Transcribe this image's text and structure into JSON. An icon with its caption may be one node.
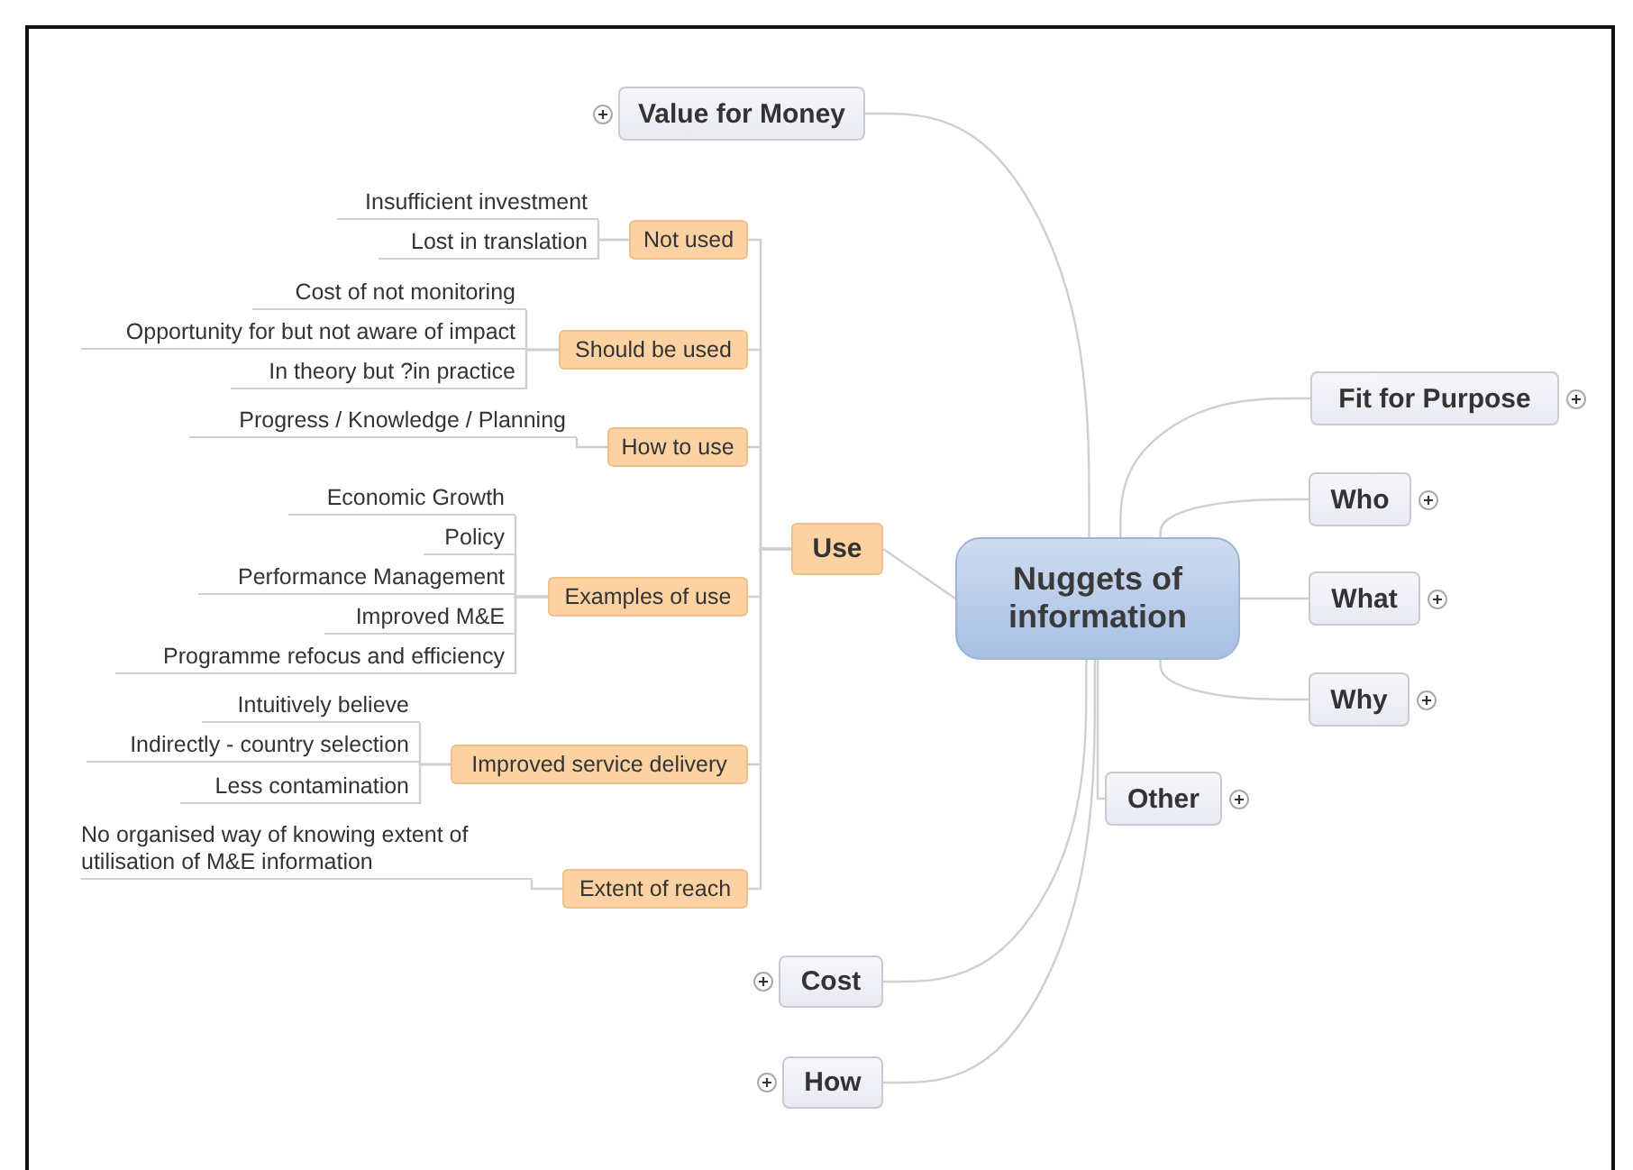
{
  "diagram": {
    "nodes": [
      {
        "text": [
          "Nuggets of information"
        ]
      },
      {
        "text": [
          "Value for Money"
        ]
      },
      {
        "text": [
          "Fit for Purpose"
        ]
      },
      {
        "text": [
          "Who"
        ]
      },
      {
        "text": [
          "What"
        ]
      },
      {
        "text": [
          "Why"
        ]
      },
      {
        "text": [
          "Other"
        ]
      },
      {
        "text": [
          "Cost"
        ]
      },
      {
        "text": [
          "How"
        ]
      },
      {
        "text": [
          "Use"
        ]
      },
      {
        "text": [
          "Not used"
        ]
      },
      {
        "text": [
          "Insufficient investment"
        ]
      },
      {
        "text": [
          "Lost in translation"
        ]
      },
      {
        "text": [
          "Should be used"
        ]
      },
      {
        "text": [
          "Cost of not monitoring"
        ]
      },
      {
        "text": [
          "Opportunity for but not aware of impact"
        ]
      },
      {
        "text": [
          "In theory but ?in practice"
        ]
      },
      {
        "text": [
          "How to use"
        ]
      },
      {
        "text": [
          "Progress / Knowledge / Planning"
        ]
      },
      {
        "text": [
          "Examples of use"
        ]
      },
      {
        "text": [
          "Economic Growth"
        ]
      },
      {
        "text": [
          "Policy"
        ]
      },
      {
        "text": [
          "Performance Management"
        ]
      },
      {
        "text": [
          "Improved M&E"
        ]
      },
      {
        "text": [
          "Programme refocus and efficiency"
        ]
      },
      {
        "text": [
          "Improved service delivery"
        ]
      },
      {
        "text": [
          "Intuitively believe"
        ]
      },
      {
        "text": [
          "Indirectly - country selection"
        ]
      },
      {
        "text": [
          "Less contamination"
        ]
      },
      {
        "text": [
          "Extent of reach"
        ]
      },
      {
        "text": [
          "No organised way of knowing extent of utilisation of M&E information"
        ]
      }
    ],
    "edges": [
      {
        "from": 0,
        "to": 1,
        "arrow": "none"
      },
      {
        "from": 0,
        "to": 2,
        "arrow": "none"
      },
      {
        "from": 0,
        "to": 3,
        "arrow": "none"
      },
      {
        "from": 0,
        "to": 4,
        "arrow": "none"
      },
      {
        "from": 0,
        "to": 5,
        "arrow": "none"
      },
      {
        "from": 0,
        "to": 6,
        "arrow": "none"
      },
      {
        "from": 0,
        "to": 7,
        "arrow": "none"
      },
      {
        "from": 0,
        "to": 8,
        "arrow": "none"
      },
      {
        "from": 0,
        "to": 9,
        "arrow": "none"
      },
      {
        "from": 9,
        "to": 10,
        "arrow": "none"
      },
      {
        "from": 9,
        "to": 13,
        "arrow": "none"
      },
      {
        "from": 9,
        "to": 17,
        "arrow": "none"
      },
      {
        "from": 9,
        "to": 19,
        "arrow": "none"
      },
      {
        "from": 9,
        "to": 25,
        "arrow": "none"
      },
      {
        "from": 9,
        "to": 29,
        "arrow": "none"
      },
      {
        "from": 10,
        "to": 11,
        "arrow": "none"
      },
      {
        "from": 10,
        "to": 12,
        "arrow": "none"
      },
      {
        "from": 13,
        "to": 14,
        "arrow": "none"
      },
      {
        "from": 13,
        "to": 15,
        "arrow": "none"
      },
      {
        "from": 13,
        "to": 16,
        "arrow": "none"
      },
      {
        "from": 17,
        "to": 18,
        "arrow": "none"
      },
      {
        "from": 19,
        "to": 20,
        "arrow": "none"
      },
      {
        "from": 19,
        "to": 21,
        "arrow": "none"
      },
      {
        "from": 19,
        "to": 22,
        "arrow": "none"
      },
      {
        "from": 19,
        "to": 23,
        "arrow": "none"
      },
      {
        "from": 19,
        "to": 24,
        "arrow": "none"
      },
      {
        "from": 25,
        "to": 26,
        "arrow": "none"
      },
      {
        "from": 25,
        "to": 27,
        "arrow": "none"
      },
      {
        "from": 25,
        "to": 28,
        "arrow": "none"
      },
      {
        "from": 29,
        "to": 30,
        "arrow": "none"
      }
    ]
  }
}
